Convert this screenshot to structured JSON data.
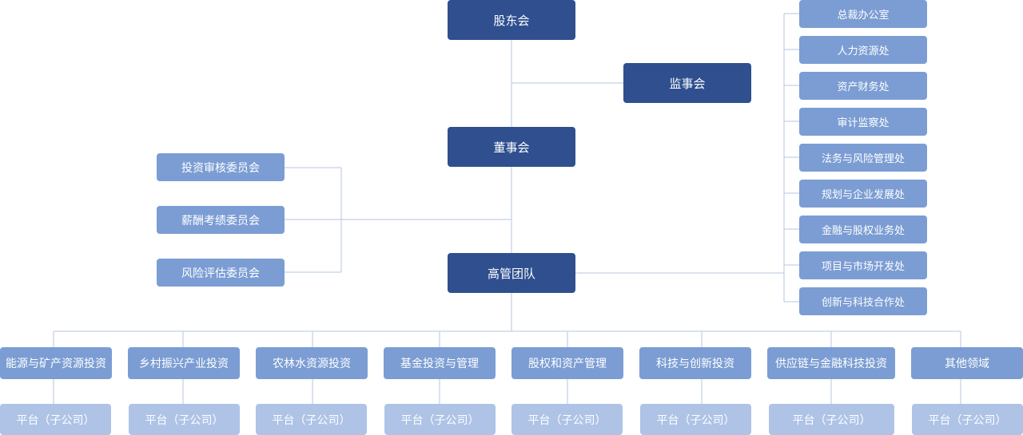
{
  "top": {
    "shareholders": "股东会",
    "supervisory_board": "监事会",
    "board": "董事会",
    "management": "高管团队"
  },
  "committees": [
    "投资审核委员会",
    "薪酬考绩委员会",
    "风险评估委员会"
  ],
  "departments": [
    "总裁办公室",
    "人力资源处",
    "资产财务处",
    "审计监察处",
    "法务与风险管理处",
    "规划与企业发展处",
    "金融与股权业务处",
    "项目与市场开发处",
    "创新与科技合作处"
  ],
  "business_segments": [
    "能源与矿产资源投资",
    "乡村振兴产业投资",
    "农林水资源投资",
    "基金投资与管理",
    "股权和资产管理",
    "科技与创新投资",
    "供应链与金融科技投资",
    "其他领域"
  ],
  "platform_label": "平台（子公司）",
  "colors": {
    "dark_node": "#2f4f8f",
    "mid_node": "#7b9dd3",
    "light_node": "#aec3e6",
    "connector": "#b7c6e0"
  }
}
